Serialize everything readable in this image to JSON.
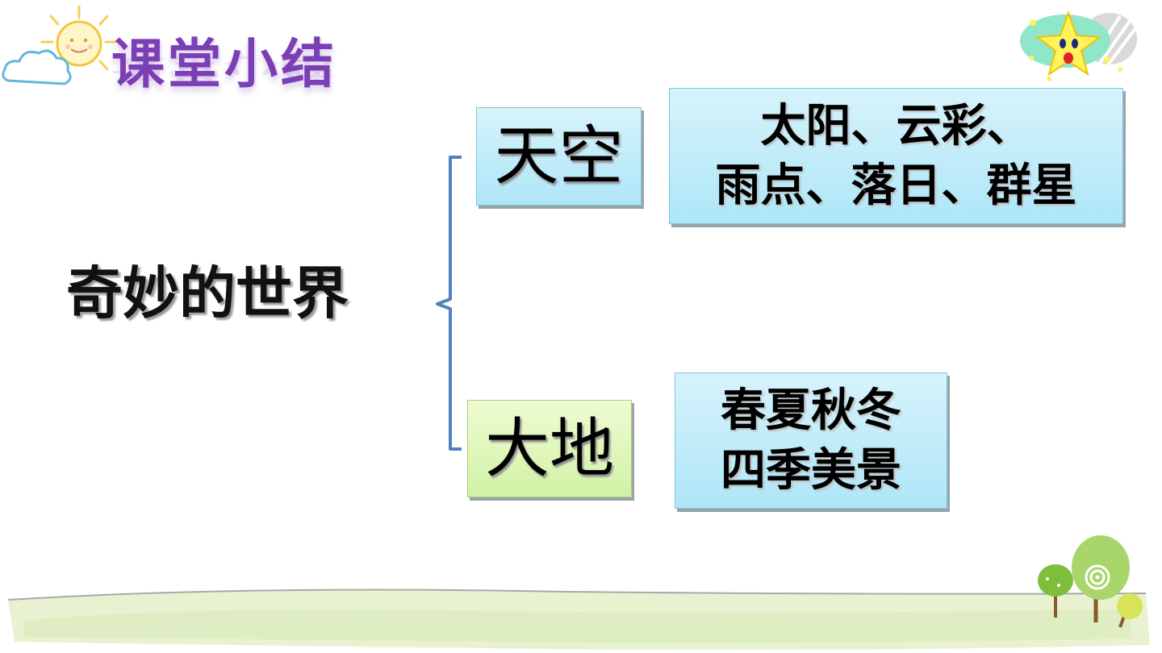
{
  "header": {
    "title": "课堂小结"
  },
  "diagram": {
    "root": "奇妙的世界",
    "branches": [
      {
        "label": "天空",
        "detail_lines": [
          "太阳、云彩、",
          "雨点、落日、群星"
        ]
      },
      {
        "label": "大地",
        "detail_lines": [
          "春夏秋冬",
          "四季美景"
        ]
      }
    ]
  },
  "colors": {
    "title": "#7b3fb5",
    "bracket": "#4f81bd",
    "sky_box": "#aee6f8",
    "earth_box": "#d2f2a6"
  },
  "icons": {
    "top_left": "sun-cloud-icon",
    "top_right": "star-character-icon",
    "bottom_right": "trees-icon"
  }
}
